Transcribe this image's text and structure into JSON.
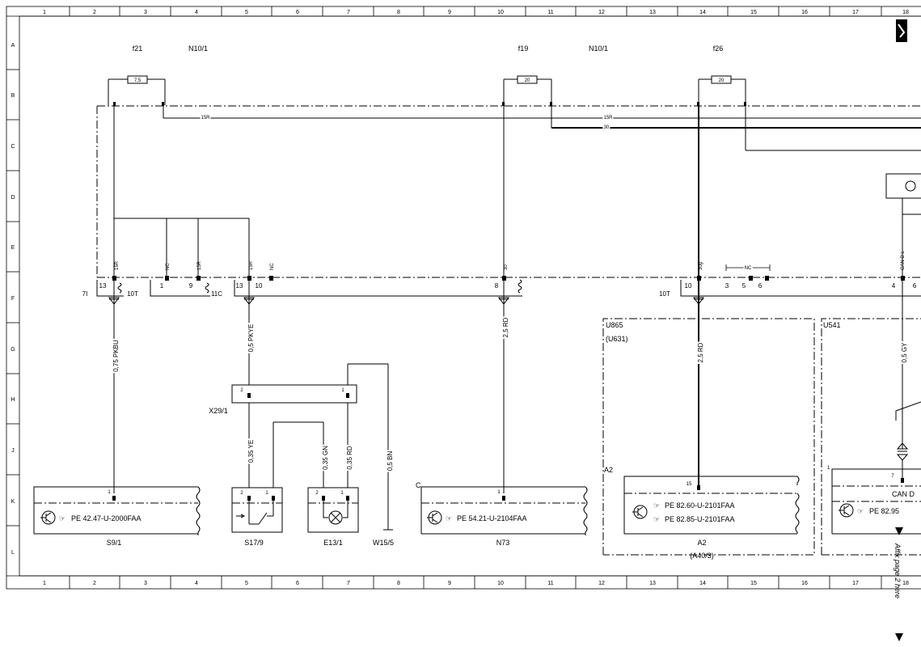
{
  "grid": {
    "columns": [
      "1",
      "2",
      "3",
      "4",
      "5",
      "6",
      "7",
      "8",
      "9",
      "10",
      "11",
      "12",
      "13",
      "14",
      "15",
      "16",
      "17",
      "18"
    ],
    "rows": [
      "A",
      "B",
      "C",
      "D",
      "E",
      "F",
      "G",
      "H",
      "J",
      "K",
      "L"
    ]
  },
  "fuses": {
    "f21": {
      "name": "f21",
      "owner": "N10/1",
      "rating": "7,5"
    },
    "f19": {
      "name": "f19",
      "owner": "N10/1",
      "rating": "20"
    },
    "f26": {
      "name": "f26",
      "rating": "20"
    }
  },
  "lines": {
    "line_15r": "15R",
    "line_30": "30"
  },
  "pins": {
    "p15r_a": "15R",
    "p_nc_a": "NC",
    "p15r_b": "15R",
    "p15r_c": "15R",
    "p_nc_b": "NC",
    "p30": "30",
    "p30g": "30g",
    "p_nc_c": "NC",
    "p_can": "CAN D L"
  },
  "connectors": {
    "c_7l": "7I",
    "c_13a": "13",
    "c_10t_a": "10T",
    "c_1": "1",
    "c_9": "9",
    "c_11c": "11C",
    "c_13b": "13",
    "c_10a": "10",
    "c_8": "8",
    "c_10t_b": "10T",
    "c_10b": "10",
    "c_3": "3",
    "c_5": "5",
    "c_6": "6",
    "c_4": "4",
    "c_6b": "6"
  },
  "wires": {
    "w1": "0,75 PKBU",
    "w2": "0,5 PKYE",
    "w3": "2,5 RD",
    "w4": "2,5 RD",
    "w5": "0,5 GY",
    "w6": "0,35 YE",
    "w7": "0,35 GN",
    "w8": "0,35 RD",
    "w9": "0,5 BN"
  },
  "x29": {
    "name": "X29/1",
    "pin2": "2",
    "pin1": "1"
  },
  "components": {
    "s9": {
      "name": "S9/1",
      "pin": "1",
      "ref": "PE 42.47-U-2000FAA"
    },
    "s17": {
      "name": "S17/9",
      "pin2": "2",
      "pin1": "1"
    },
    "e13": {
      "name": "E13/1",
      "pin2": "2",
      "pin1": "1"
    },
    "w15": {
      "name": "W15/5"
    },
    "n73": {
      "name": "N73",
      "pin": "1",
      "prefix": "C",
      "ref": "PE 54.21-U-2104FAA"
    },
    "a2": {
      "name": "A2",
      "alt": "(A40/3)",
      "pin": "15",
      "label": "A2",
      "ref1": "PE 82.60-U-2101FAA",
      "ref2": "PE 82.85-U-2101FAA"
    },
    "u541": {
      "pin": "7",
      "pin_outer": "1",
      "label": "CAN D",
      "ref": "PE 82.95"
    }
  },
  "zones": {
    "u865": "U865",
    "u631": "(U631)",
    "u541": "U541"
  },
  "footer": {
    "affix": "Affix page 2 here"
  },
  "colors": {
    "ink": "#000000",
    "paper": "#ffffff"
  }
}
